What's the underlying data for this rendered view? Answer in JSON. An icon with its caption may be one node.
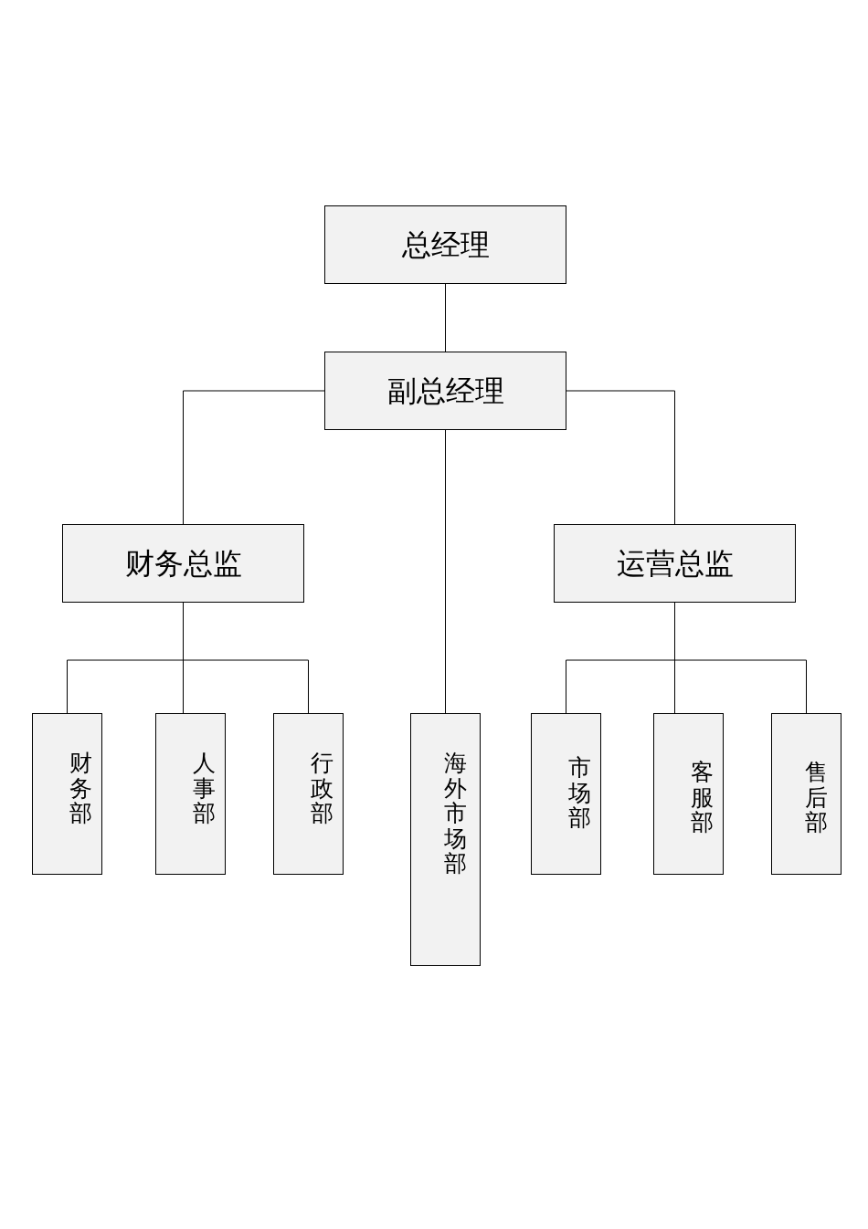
{
  "diagram": {
    "nodes": [
      {
        "text": [
          "总经理"
        ]
      },
      {
        "text": [
          "副总经理"
        ]
      },
      {
        "text": [
          "财务总监"
        ]
      },
      {
        "text": [
          "运营总监"
        ]
      },
      {
        "text": [
          "财务部"
        ]
      },
      {
        "text": [
          "人事部"
        ]
      },
      {
        "text": [
          "行政部"
        ]
      },
      {
        "text": [
          "海外市场部"
        ]
      },
      {
        "text": [
          "市场部"
        ]
      },
      {
        "text": [
          "客服部"
        ]
      },
      {
        "text": [
          "售后部"
        ]
      }
    ],
    "edges": [
      {
        "from": 0,
        "to": 1,
        "arrow": "none"
      },
      {
        "from": 1,
        "to": 2,
        "arrow": "none"
      },
      {
        "from": 1,
        "to": 7,
        "arrow": "none"
      },
      {
        "from": 1,
        "to": 3,
        "arrow": "none"
      },
      {
        "from": 2,
        "to": 4,
        "arrow": "none"
      },
      {
        "from": 2,
        "to": 5,
        "arrow": "none"
      },
      {
        "from": 2,
        "to": 6,
        "arrow": "none"
      },
      {
        "from": 3,
        "to": 8,
        "arrow": "none"
      },
      {
        "from": 3,
        "to": 9,
        "arrow": "none"
      },
      {
        "from": 3,
        "to": 10,
        "arrow": "none"
      }
    ]
  }
}
